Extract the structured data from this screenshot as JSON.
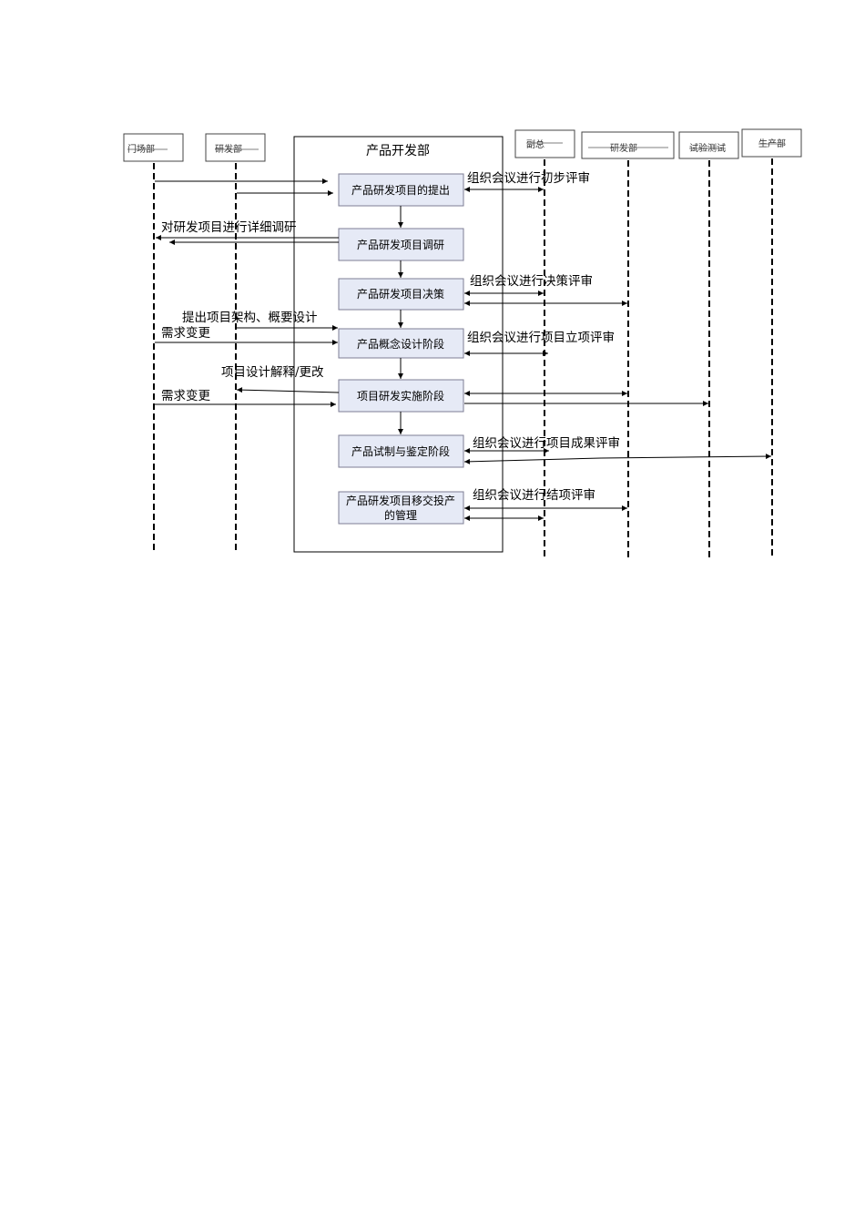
{
  "department": {
    "title": "产品开发部"
  },
  "lanes": [
    {
      "id": "market",
      "label": "门场部"
    },
    {
      "id": "rnd1",
      "label": "研发部"
    },
    {
      "id": "gm",
      "label": "副总"
    },
    {
      "id": "rnd2",
      "label": "研发部"
    },
    {
      "id": "test",
      "label": "试验测试"
    },
    {
      "id": "prod",
      "label": "生产部"
    }
  ],
  "stages": [
    "产品研发项目的提出",
    "产品研发项目调研",
    "产品研发项目决策",
    "产品概念设计阶段",
    "项目研发实施阶段",
    "产品试制与鉴定阶段",
    [
      "产品研发项目移交投产",
      "的管理"
    ]
  ],
  "labels": {
    "review1": "组织会议进行初步评审",
    "survey": "对研发项目进行详细调研",
    "review2": "组织会议进行决策评审",
    "architecture": "提出项目架构、概要设计",
    "change1": "需求变更",
    "review3": "组织会议进行项目立项评审",
    "explain": "项目设计解释/更改",
    "change2": "需求变更",
    "review4": "组织会议进行项目成果评审",
    "review5": "组织会议进行结项评审"
  }
}
